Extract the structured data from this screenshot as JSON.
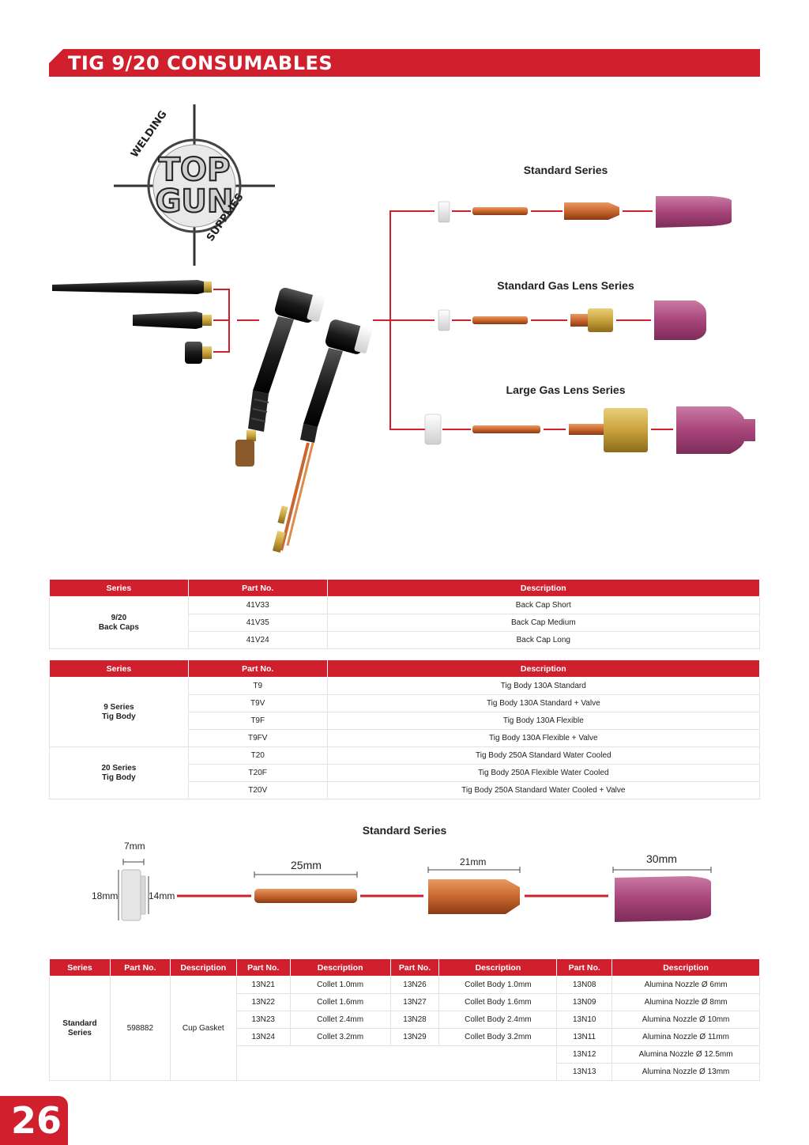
{
  "header": {
    "title": "TIG 9/20 CONSUMABLES"
  },
  "logo": {
    "word_top": "TOP",
    "word_bottom": "GUN",
    "arc_left": "WELDING",
    "arc_right": "SUPPLIES"
  },
  "diagram": {
    "series_labels": [
      "Standard Series",
      "Standard Gas Lens Series",
      "Large Gas Lens Series"
    ]
  },
  "back_caps_table": {
    "headers": [
      "Series",
      "Part No.",
      "Description"
    ],
    "group": "9/20\nBack Caps",
    "rows": [
      {
        "part": "41V33",
        "desc": "Back Cap Short"
      },
      {
        "part": "41V35",
        "desc": "Back Cap Medium"
      },
      {
        "part": "41V24",
        "desc": "Back Cap Long"
      }
    ]
  },
  "tig_body_table": {
    "headers": [
      "Series",
      "Part No.",
      "Description"
    ],
    "group_9": "9 Series\nTig Body",
    "group_20": "20 Series\nTig Body",
    "rows": [
      {
        "part": "T9",
        "desc": "Tig Body 130A Standard"
      },
      {
        "part": "T9V",
        "desc": "Tig Body 130A Standard + Valve"
      },
      {
        "part": "T9F",
        "desc": "Tig Body 130A Flexible"
      },
      {
        "part": "T9FV",
        "desc": "Tig Body 130A Flexible + Valve"
      },
      {
        "part": "T20",
        "desc": "Tig Body 250A Standard Water Cooled"
      },
      {
        "part": "T20F",
        "desc": "Tig Body 250A Flexible Water Cooled"
      },
      {
        "part": "T20V",
        "desc": "Tig Body 250A Standard Water Cooled + Valve"
      }
    ]
  },
  "dimensions": {
    "title": "Standard Series",
    "gasket_width": "7mm",
    "gasket_outer": "18mm",
    "gasket_inner": "14mm",
    "collet": "25mm",
    "collet_body": "21mm",
    "nozzle": "30mm"
  },
  "standard_table": {
    "headers": [
      "Series",
      "Part No.",
      "Description",
      "Part No.",
      "Description",
      "Part No.",
      "Description",
      "Part No.",
      "Description"
    ],
    "group": "Standard\nSeries",
    "gasket_part": "598882",
    "gasket_desc": "Cup Gasket",
    "collets": [
      {
        "part": "13N21",
        "desc": "Collet 1.0mm"
      },
      {
        "part": "13N22",
        "desc": "Collet 1.6mm"
      },
      {
        "part": "13N23",
        "desc": "Collet 2.4mm"
      },
      {
        "part": "13N24",
        "desc": "Collet 3.2mm"
      }
    ],
    "collet_bodies": [
      {
        "part": "13N26",
        "desc": "Collet Body 1.0mm"
      },
      {
        "part": "13N27",
        "desc": "Collet Body 1.6mm"
      },
      {
        "part": "13N28",
        "desc": "Collet Body 2.4mm"
      },
      {
        "part": "13N29",
        "desc": "Collet Body 3.2mm"
      }
    ],
    "nozzles": [
      {
        "part": "13N08",
        "desc": "Alumina Nozzle Ø 6mm"
      },
      {
        "part": "13N09",
        "desc": "Alumina Nozzle Ø 8mm"
      },
      {
        "part": "13N10",
        "desc": "Alumina Nozzle Ø 10mm"
      },
      {
        "part": "13N11",
        "desc": "Alumina Nozzle Ø 11mm"
      },
      {
        "part": "13N12",
        "desc": "Alumina Nozzle Ø 12.5mm"
      },
      {
        "part": "13N13",
        "desc": "Alumina Nozzle Ø 13mm"
      }
    ]
  },
  "footer": {
    "page_number": "26"
  },
  "colors": {
    "brand_red": "#d0202e",
    "ceramic": "#a8457a",
    "copper": "#c8672f",
    "brass": "#c9a23c"
  }
}
